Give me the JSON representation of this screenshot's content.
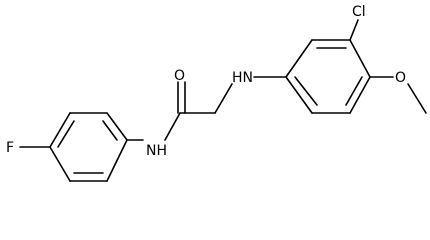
{
  "molecule": {
    "atoms": {
      "chlorine": "Cl",
      "oxygen_methoxy": "O",
      "amine_nh": "HN",
      "oxygen_carbonyl": "O",
      "amide_nh": "NH",
      "fluorine": "F"
    }
  }
}
